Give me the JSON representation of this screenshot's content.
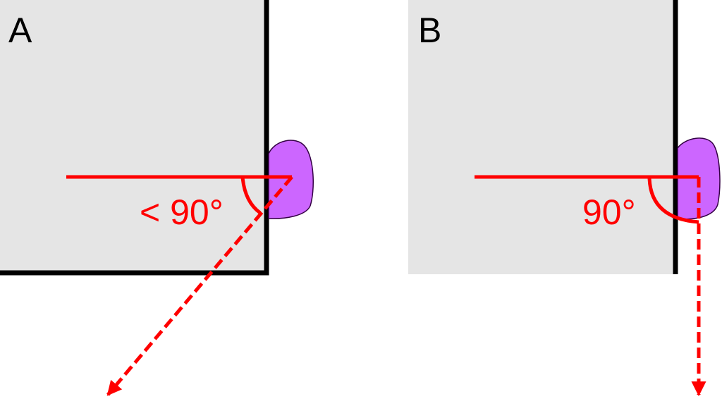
{
  "panels": {
    "a": {
      "label": "A",
      "angle_label": "< 90°"
    },
    "b": {
      "label": "B",
      "angle_label": "90°"
    }
  },
  "colors": {
    "block_fill": "#e5e5e5",
    "edge": "#000000",
    "ray": "#ff0000",
    "lobe_fill": "#cc66ff",
    "lobe_stroke": "#330044"
  }
}
